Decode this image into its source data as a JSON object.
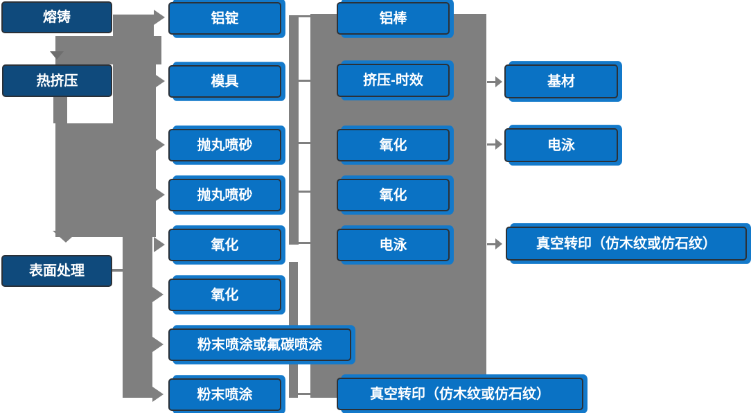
{
  "diagram_type": "flowchart",
  "colors": {
    "stage_box_fill": "#0f4a7c",
    "process_box_fill": "#0a72c4",
    "box_border": "#2b3138",
    "connector_gray": "#7f7f7f",
    "text": "#ffffff",
    "background": "#ffffff"
  },
  "nodes": {
    "melting": {
      "label": "熔铸"
    },
    "hot_extrusion": {
      "label": "热挤压"
    },
    "surface_treatment": {
      "label": "表面处理"
    },
    "aluminum_ingot": {
      "label": "铝锭"
    },
    "mold": {
      "label": "模具"
    },
    "shot_blast_1": {
      "label": "抛丸喷砂"
    },
    "shot_blast_2": {
      "label": "抛丸喷砂"
    },
    "oxidation_1": {
      "label": "氧化"
    },
    "oxidation_2": {
      "label": "氧化"
    },
    "powder_or_fluorocarbon": {
      "label": "粉末喷涂或氟碳喷涂"
    },
    "powder_coating": {
      "label": "粉末喷涂"
    },
    "aluminum_rod": {
      "label": "铝棒"
    },
    "extrusion_aging": {
      "label": "挤压-时效"
    },
    "oxidation_3": {
      "label": "氧化"
    },
    "oxidation_4": {
      "label": "氧化"
    },
    "electrophoresis_1": {
      "label": "电泳"
    },
    "vacuum_transfer_1": {
      "label": "真空转印（仿木纹或仿石纹）"
    },
    "substrate": {
      "label": "基材"
    },
    "electrophoresis_2": {
      "label": "电泳"
    },
    "vacuum_transfer_2": {
      "label": "真空转印（仿木纹或仿石纹）"
    }
  },
  "arrows": {
    "down_arrows_to": [
      "热挤压",
      "表面处理"
    ],
    "right_arrows_to_column2": [
      "铝锭",
      "模具",
      "抛丸喷砂",
      "抛丸喷砂",
      "氧化",
      "氧化",
      "粉末喷涂或氟碳喷涂",
      "粉末喷涂"
    ],
    "right_arrows_to_column4": [
      "基材",
      "电泳",
      "真空转印（仿木纹或仿石纹）"
    ],
    "bar_linked_column3_rows": [
      "铝棒",
      "挤压-时效",
      "氧化",
      "氧化",
      "电泳",
      "真空转印（仿木纹或仿石纹）"
    ]
  }
}
